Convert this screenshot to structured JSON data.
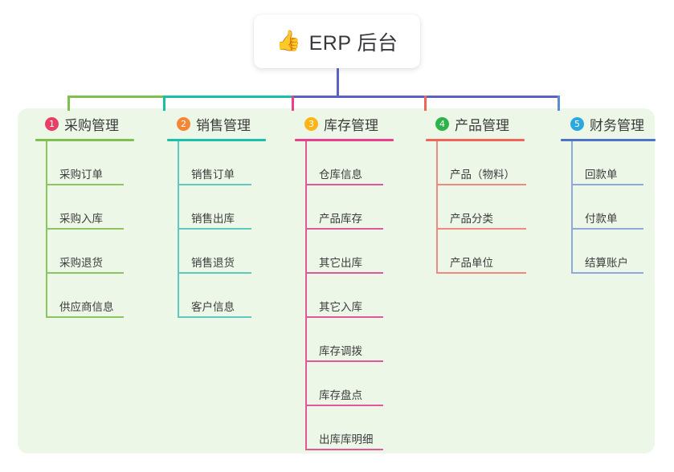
{
  "root": {
    "emoji": "👍",
    "emoji_name": "thumbs-up-icon",
    "title": "ERP 后台"
  },
  "panel": {
    "background": "#edf7e8"
  },
  "connectors": {
    "root_stem_color": "#5a62c4",
    "bus_left_color": "#7fbf4d",
    "bus_mid_color": "#19bfa8",
    "bus_right_color": "#5a62c4",
    "drops": [
      "#7fbf4d",
      "#19bfa8",
      "#e83f8e",
      "#f2635a",
      "#5a8fd6"
    ]
  },
  "columns": [
    {
      "index": "1",
      "title": "采购管理",
      "badge_color": "#ea3f64",
      "rule_color": "#7fbf4d",
      "line_color": "#8cc460",
      "width": 150,
      "rule_width": 123,
      "item_rule_width": 95,
      "items": [
        {
          "label": "采购订单"
        },
        {
          "label": "采购入库"
        },
        {
          "label": "采购退货"
        },
        {
          "label": "供应商信息"
        }
      ]
    },
    {
      "index": "2",
      "title": "销售管理",
      "badge_color": "#f58634",
      "rule_color": "#19bfa8",
      "line_color": "#5ec9c0",
      "width": 150,
      "rule_width": 123,
      "item_rule_width": 90,
      "items": [
        {
          "label": "销售订单"
        },
        {
          "label": "销售出库"
        },
        {
          "label": "销售退货"
        },
        {
          "label": "客户信息"
        }
      ]
    },
    {
      "index": "3",
      "title": "库存管理",
      "badge_color": "#fbb519",
      "rule_color": "#e83f8e",
      "line_color": "#e2579b",
      "width": 152,
      "rule_width": 123,
      "item_rule_width": 95,
      "items": [
        {
          "label": "仓库信息"
        },
        {
          "label": "产品库存"
        },
        {
          "label": "其它出库"
        },
        {
          "label": "其它入库"
        },
        {
          "label": "库存调拨"
        },
        {
          "label": "库存盘点"
        },
        {
          "label": "出库库明细"
        }
      ]
    },
    {
      "index": "4",
      "title": "产品管理",
      "badge_color": "#2eb34a",
      "rule_color": "#f2635a",
      "line_color": "#f08a80",
      "width": 155,
      "rule_width": 123,
      "item_rule_width": 110,
      "items": [
        {
          "label": "产品（物料）"
        },
        {
          "label": "产品分类"
        },
        {
          "label": "产品单位"
        }
      ]
    },
    {
      "index": "5",
      "title": "财务管理",
      "badge_color": "#2ba8e0",
      "rule_color": "#4d72c8",
      "line_color": "#8fa9dd",
      "width": 140,
      "rule_width": 118,
      "item_rule_width": 88,
      "items": [
        {
          "label": "回款单"
        },
        {
          "label": "付款单"
        },
        {
          "label": "结算账户"
        }
      ]
    }
  ]
}
